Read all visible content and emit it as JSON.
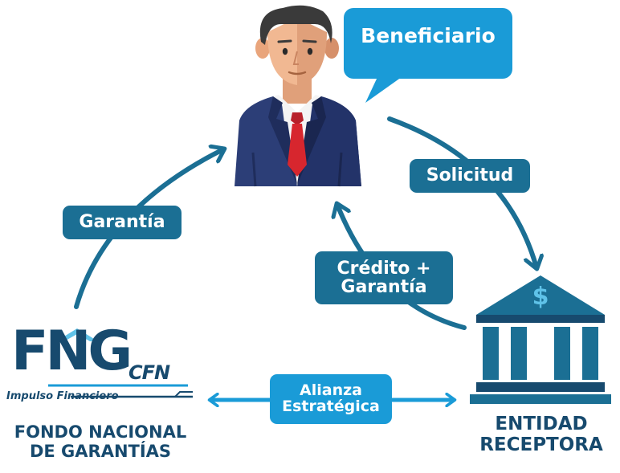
{
  "beneficiary": {
    "bubble_label": "Beneficiario"
  },
  "flows": {
    "guarantee": "Garantía",
    "request": "Solicitud",
    "credit_line1": "Crédito +",
    "credit_line2": "Garantía",
    "alliance_line1": "Alianza",
    "alliance_line2": "Estratégica"
  },
  "fng": {
    "logo_text": "FNG",
    "sub_logo_text": "CFN",
    "tagline": "Impulso Financiero",
    "name_line1": "FONDO NACIONAL",
    "name_line2": "DE GARANTÍAS"
  },
  "bank": {
    "symbol": "$",
    "name_line1": "ENTIDAD",
    "name_line2": "RECEPTORA"
  },
  "colors": {
    "accent_blue": "#1a9bd7",
    "pill_blue": "#1b6f94",
    "navy": "#174a6e",
    "suit": "#2c3e77",
    "tie": "#d7262e",
    "skin": "#f1b892",
    "hair": "#3a3a3a"
  }
}
